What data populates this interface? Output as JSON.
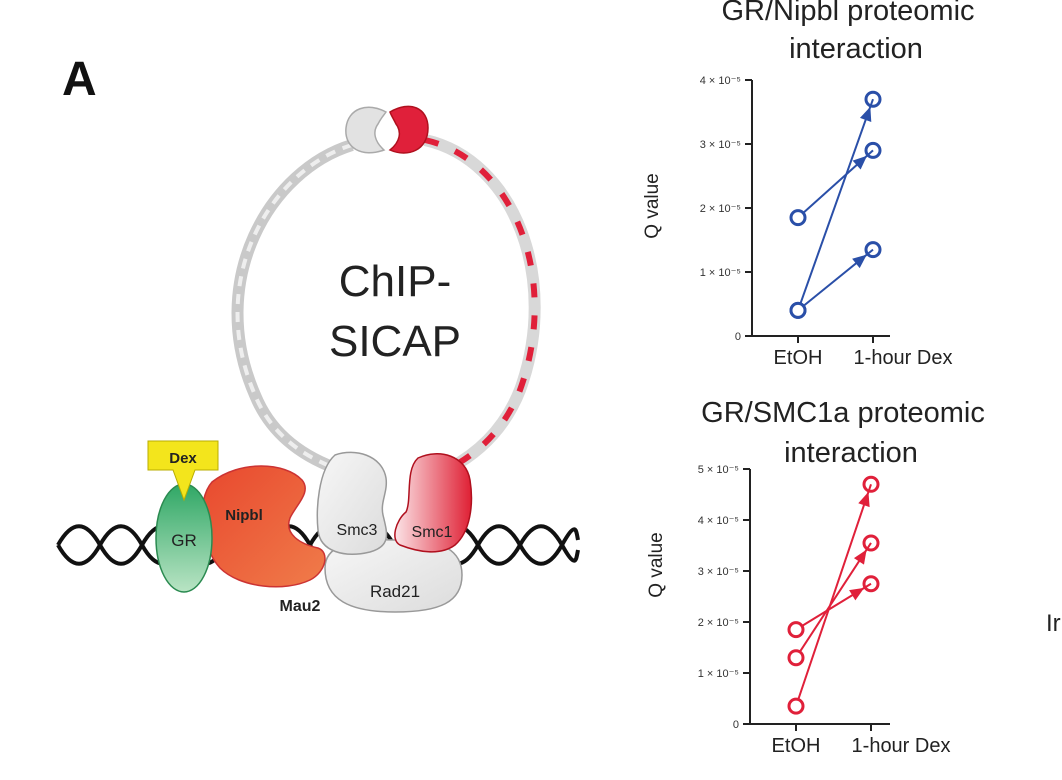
{
  "panel": {
    "label": "A"
  },
  "diagram": {
    "center_line1": "ChIP-",
    "center_line2": "SICAP",
    "dex_label": "Dex",
    "gr_label": "GR",
    "nipbl_label": "Nipbl",
    "mau2_label": "Mau2",
    "smc3_label": "Smc3",
    "smc1_label": "Smc1",
    "rad21_label": "Rad21"
  },
  "edge_text": "Ir",
  "colors": {
    "blue": "#2a4fa8",
    "red": "#e0203a",
    "nipbl": "#e8482e",
    "gr": "#3db46d",
    "dex": "#f3e51c",
    "smc_grey": "#eeeeee"
  },
  "chart_data": [
    {
      "type": "scatter",
      "title_line1": "GR/Nipbl proteomic",
      "title_line2": "interaction",
      "xlabel": "",
      "ylabel": "Q value",
      "categories": [
        "EtOH",
        "1-hour Dex"
      ],
      "ylim": [
        0,
        4
      ],
      "yticks": [
        {
          "value": 0,
          "label": "0"
        },
        {
          "value": 1,
          "label": "1 × 10⁻⁵"
        },
        {
          "value": 2,
          "label": "2 × 10⁻⁵"
        },
        {
          "value": 3,
          "label": "3 × 10⁻⁵"
        },
        {
          "value": 4,
          "label": "4 × 10⁻⁵"
        }
      ],
      "pairs": [
        {
          "etoh": 1.85,
          "dex": 2.9
        },
        {
          "etoh": 0.4,
          "dex": 3.7
        },
        {
          "etoh": 0.4,
          "dex": 1.35
        }
      ],
      "color": "#2a4fa8"
    },
    {
      "type": "scatter",
      "title_line1": "GR/SMC1a proteomic",
      "title_line2": "interaction",
      "xlabel": "",
      "ylabel": "Q value",
      "categories": [
        "EtOH",
        "1-hour Dex"
      ],
      "ylim": [
        0,
        5
      ],
      "yticks": [
        {
          "value": 0,
          "label": "0"
        },
        {
          "value": 1,
          "label": "1 × 10⁻⁵"
        },
        {
          "value": 2,
          "label": "2 × 10⁻⁵"
        },
        {
          "value": 3,
          "label": "3 × 10⁻⁵"
        },
        {
          "value": 4,
          "label": "4 × 10⁻⁵"
        },
        {
          "value": 5,
          "label": "5 × 10⁻⁵"
        }
      ],
      "pairs": [
        {
          "etoh": 1.85,
          "dex": 2.75
        },
        {
          "etoh": 1.3,
          "dex": 3.55
        },
        {
          "etoh": 0.35,
          "dex": 4.7
        }
      ],
      "color": "#e0203a"
    }
  ]
}
